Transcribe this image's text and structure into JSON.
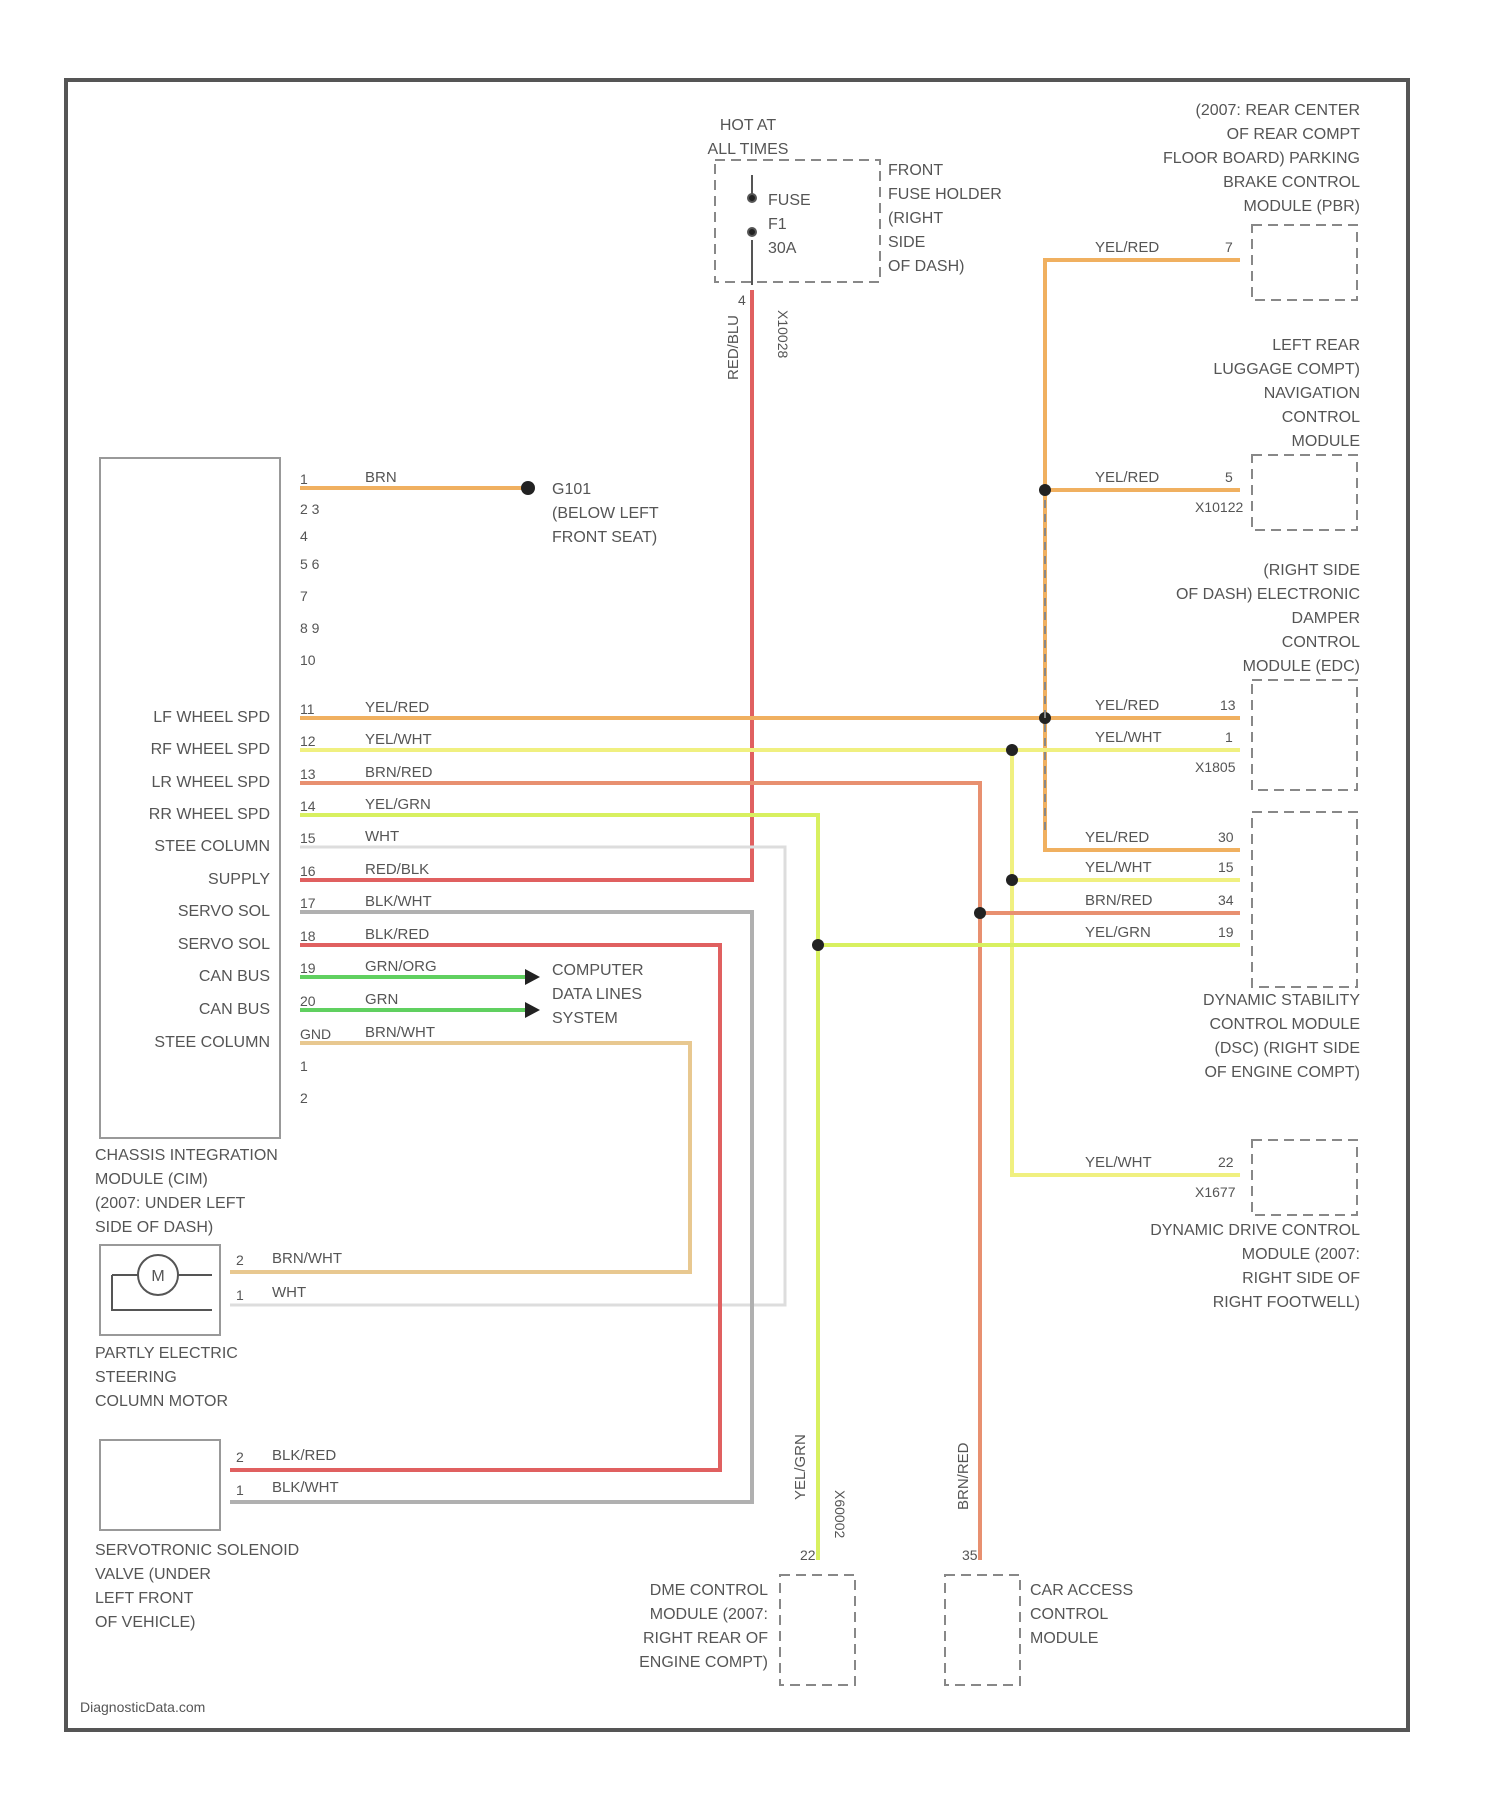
{
  "fuse_block": {
    "hot_label": [
      "HOT AT",
      "ALL TIMES"
    ],
    "fuse_lines": [
      "FUSE",
      "F1",
      "30A"
    ],
    "holder_label": [
      "FRONT",
      "FUSE HOLDER",
      "(RIGHT",
      "SIDE",
      "OF DASH)"
    ],
    "pin_number": "4",
    "wire_color": "RED/BLU",
    "connector_id": "X10028"
  },
  "cim": {
    "label": [
      "CHASSIS INTEGRATION",
      "MODULE (CIM)",
      "(2007: UNDER LEFT",
      "SIDE OF DASH)"
    ],
    "pins": [
      {
        "pin": "1",
        "name": "",
        "wire": "BRN"
      },
      {
        "pin": "2 3",
        "name": "",
        "wire": ""
      },
      {
        "pin": "4",
        "name": "",
        "wire": ""
      },
      {
        "pin": "5 6",
        "name": "",
        "wire": ""
      },
      {
        "pin": "7",
        "name": "",
        "wire": ""
      },
      {
        "pin": "8 9",
        "name": "",
        "wire": ""
      },
      {
        "pin": "10",
        "name": "",
        "wire": ""
      },
      {
        "pin": "11",
        "name": "LF WHEEL SPD",
        "wire": "YEL/RED"
      },
      {
        "pin": "12",
        "name": "RF WHEEL SPD",
        "wire": "YEL/WHT"
      },
      {
        "pin": "13",
        "name": "LR WHEEL SPD",
        "wire": "BRN/RED"
      },
      {
        "pin": "14",
        "name": "RR WHEEL SPD",
        "wire": "YEL/GRN"
      },
      {
        "pin": "15",
        "name": "STEE COLUMN",
        "wire": "WHT"
      },
      {
        "pin": "16",
        "name": "SUPPLY",
        "wire": "RED/BLK"
      },
      {
        "pin": "17",
        "name": "SERVO SOL",
        "wire": "BLK/WHT"
      },
      {
        "pin": "18",
        "name": "SERVO SOL",
        "wire": "BLK/RED"
      },
      {
        "pin": "19",
        "name": "CAN BUS",
        "wire": "GRN/ORG"
      },
      {
        "pin": "20",
        "name": "CAN BUS",
        "wire": "GRN"
      },
      {
        "pin": "GND",
        "name": "STEE COLUMN",
        "wire": "BRN/WHT"
      },
      {
        "pin": "1",
        "name": "",
        "wire": ""
      },
      {
        "pin": "2",
        "name": "",
        "wire": ""
      }
    ]
  },
  "ground": {
    "id": "G101",
    "location": [
      "(BELOW LEFT",
      "FRONT SEAT)"
    ]
  },
  "can_dest": [
    "COMPUTER",
    "DATA LINES",
    "SYSTEM"
  ],
  "pbr": {
    "label": [
      "(2007: REAR CENTER",
      "OF REAR COMPT",
      "FLOOR BOARD) PARKING",
      "BRAKE CONTROL",
      "MODULE (PBR)"
    ],
    "wire": "YEL/RED",
    "pin": "7"
  },
  "nav": {
    "label": [
      "LEFT REAR",
      "LUGGAGE COMPT)",
      "NAVIGATION",
      "CONTROL",
      "MODULE"
    ],
    "wire": "YEL/RED",
    "pin": "5",
    "connector": "X10122"
  },
  "edc": {
    "label": [
      "(RIGHT SIDE",
      "OF DASH) ELECTRONIC",
      "DAMPER",
      "CONTROL",
      "MODULE (EDC)"
    ],
    "wires": [
      {
        "wire": "YEL/RED",
        "pin": "13"
      },
      {
        "wire": "YEL/WHT",
        "pin": "1"
      }
    ],
    "connector": "X1805"
  },
  "dsc": {
    "label": [
      "DYNAMIC STABILITY",
      "CONTROL MODULE",
      "(DSC) (RIGHT SIDE",
      "OF ENGINE COMPT)"
    ],
    "wires": [
      {
        "wire": "YEL/RED",
        "pin": "30"
      },
      {
        "wire": "YEL/WHT",
        "pin": "15"
      },
      {
        "wire": "BRN/RED",
        "pin": "34"
      },
      {
        "wire": "YEL/GRN",
        "pin": "19"
      }
    ]
  },
  "ddc": {
    "label": [
      "DYNAMIC DRIVE CONTROL",
      "MODULE (2007:",
      "RIGHT SIDE OF",
      "RIGHT FOOTWELL)"
    ],
    "wire": "YEL/WHT",
    "pin": "22",
    "connector": "X1677"
  },
  "motor": {
    "symbol": "M",
    "label": [
      "PARTLY ELECTRIC",
      "STEERING",
      "COLUMN MOTOR"
    ],
    "pins": [
      {
        "pin": "2",
        "wire": "BRN/WHT"
      },
      {
        "pin": "1",
        "wire": "WHT"
      }
    ]
  },
  "servo": {
    "label": [
      "SERVOTRONIC SOLENOID",
      "VALVE (UNDER",
      "LEFT FRONT",
      "OF VEHICLE)"
    ],
    "pins": [
      {
        "pin": "2",
        "wire": "BLK/RED"
      },
      {
        "pin": "1",
        "wire": "BLK/WHT"
      }
    ]
  },
  "dme": {
    "label": [
      "DME CONTROL",
      "MODULE (2007:",
      "RIGHT REAR OF",
      "ENGINE COMPT)"
    ],
    "wire": "YEL/GRN",
    "pin": "22",
    "connector": "X60002"
  },
  "cas": {
    "label": [
      "CAR ACCESS",
      "CONTROL",
      "MODULE"
    ],
    "wire": "BRN/RED",
    "pin": "35"
  },
  "watermark": "DiagnosticData.com",
  "colors": {
    "red": "#e06060",
    "orange": "#f0b060",
    "yellow": "#f0f080",
    "yelgrn": "#d8f060",
    "green": "#60d060",
    "brnred": "#e89070",
    "tan": "#e8c890",
    "gray": "#b0b0b0",
    "frame": "#555555"
  }
}
